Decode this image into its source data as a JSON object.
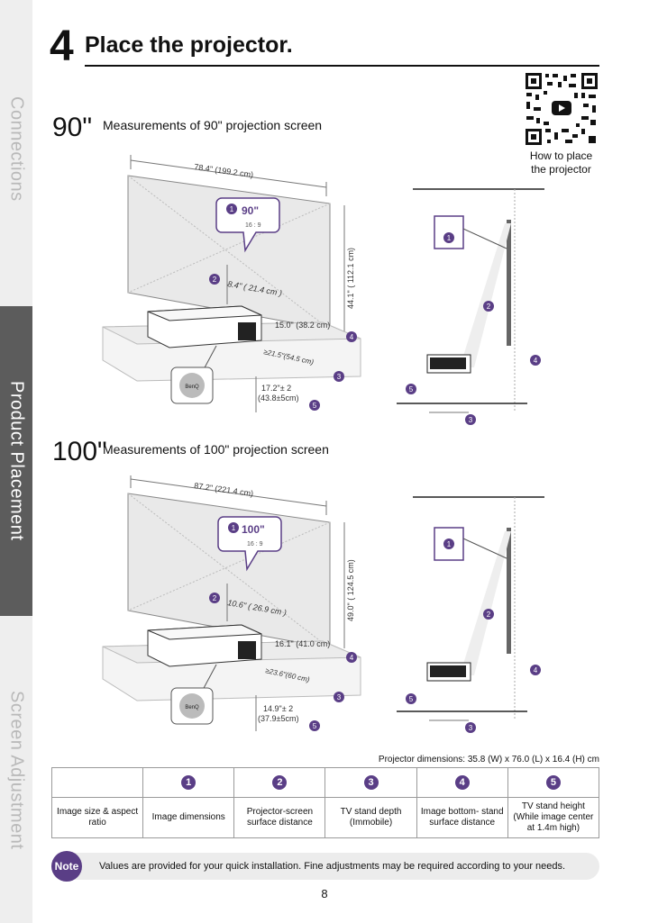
{
  "sidebar": {
    "tabs": [
      {
        "label": "Connections",
        "active": false
      },
      {
        "label": "Product Placement",
        "active": true
      },
      {
        "label": "Screen Adjustment",
        "active": false
      }
    ]
  },
  "header": {
    "step_number": "4",
    "title": "Place the projector."
  },
  "qr": {
    "caption_line1": "How to place",
    "caption_line2": "the projector"
  },
  "sections": [
    {
      "size": "90\"",
      "description": "Measurements of 90\" projection screen",
      "width": "78.4\" (199.2 cm)",
      "height": "44.1\" ( 112.1 cm)",
      "screen_label": "90\"",
      "aspect": "16 : 9",
      "dist2": "8.4\" ( 21.4 cm )",
      "dist4": "15.0\" (38.2 cm)",
      "dist3": "≥21.5\"(54.5 cm)",
      "dist5_line1": "17.2\"± 2",
      "dist5_line2": "(43.8±5cm)",
      "logo": "BenQ"
    },
    {
      "size": "100\"",
      "description": "Measurements of 100\" projection screen",
      "width": "87.2\" (221.4 cm)",
      "height": "49.0\" ( 124.5 cm)",
      "screen_label": "100\"",
      "aspect": "16 : 9",
      "dist2": "10.6\" ( 26.9 cm )",
      "dist4": "16.1\" (41.0 cm)",
      "dist3": "≥23.6\"(60 cm)",
      "dist5_line1": "14.9\"± 2",
      "dist5_line2": "(37.9±5cm)",
      "logo": "BenQ"
    }
  ],
  "projector_dims": "Projector dimensions: 35.8 (W) x 76.0 (L) x 16.4 (H) cm",
  "legend": {
    "headers": [
      "",
      "1",
      "2",
      "3",
      "4",
      "5"
    ],
    "descriptions": [
      "Image size & aspect ratio",
      "Image dimensions",
      "Projector-screen surface distance",
      "TV stand depth (Immobile)",
      "Image bottom- stand surface distance",
      "TV stand height (While image center at 1.4m high)"
    ]
  },
  "note": {
    "badge": "Note",
    "text": "Values are provided for your quick installation. Fine adjustments may be required according to your needs."
  },
  "page_number": "8",
  "colors": {
    "accent": "#5a3e86",
    "sidebar_active": "#5c5c5c"
  }
}
